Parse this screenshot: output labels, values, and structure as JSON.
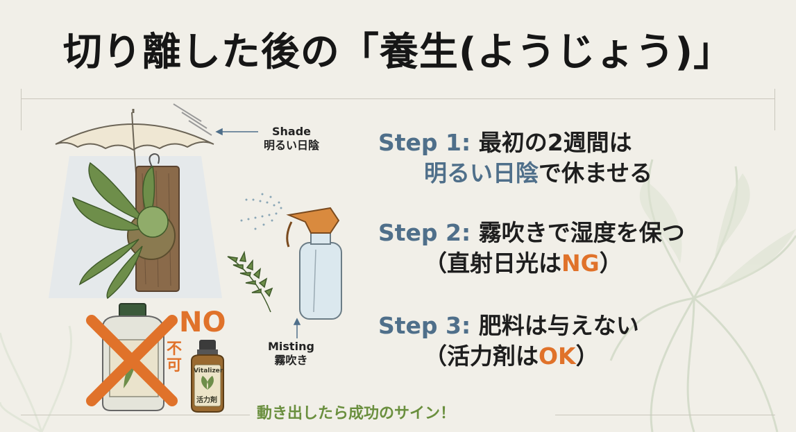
{
  "title": {
    "pre": "切り離した後の「",
    "highlight": "養生",
    "post": "(ようじょう)」"
  },
  "illustration": {
    "shade_label_en": "Shade",
    "shade_label_ja": "明るい日陰",
    "misting_label_en": "Misting",
    "misting_label_ja": "霧吹き",
    "no_label": "NO",
    "fuka_label": "不可",
    "vitalizer_label": "Vitalizer",
    "vitalizer_ja": "活力剤"
  },
  "steps": [
    {
      "key": "Step 1:",
      "line1": "最初の2週間は",
      "line2_highlight": "明るい日陰",
      "line2_rest": "で休ませる"
    },
    {
      "key": "Step 2:",
      "line1": "霧吹きで湿度を保つ",
      "line2_pre": "（直射日光は",
      "line2_highlight": "NG",
      "line2_post": "）"
    },
    {
      "key": "Step 3:",
      "line1": "肥料は与えない",
      "line2_pre": "（活力剤は",
      "line2_highlight": "OK",
      "line2_post": "）"
    }
  ],
  "bottom_note": "動き出したら成功のサイン！",
  "colors": {
    "background": "#f1efe8",
    "step_key": "#4f6f8a",
    "accent_orange": "#e0722a",
    "accent_green": "#6a8f3e",
    "title": "#161616"
  }
}
